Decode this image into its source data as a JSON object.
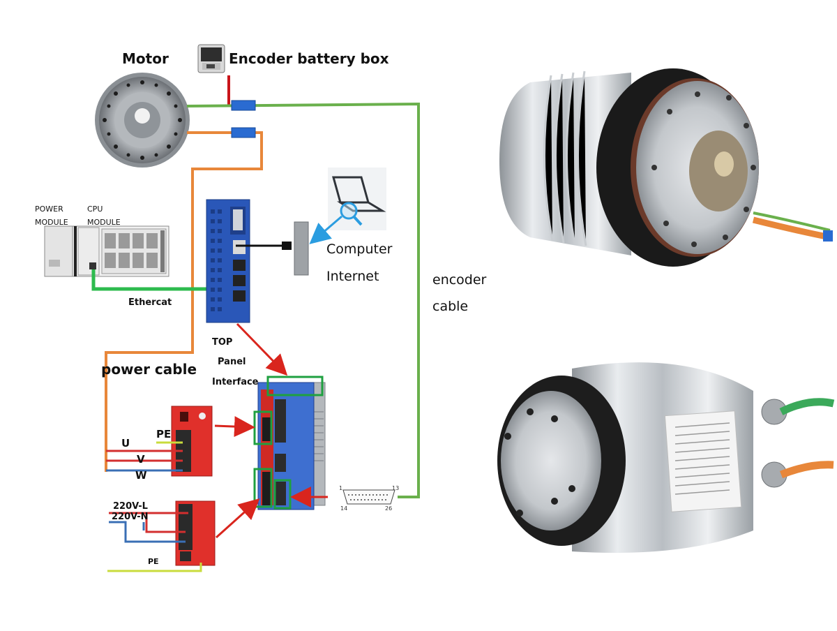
{
  "labels": {
    "motor": "Motor",
    "battery_box": "Encoder battery box",
    "power_module": "POWER\nMODULE",
    "cpu_module": "CPU\nMODULE",
    "ethercat": "Ethercat",
    "computer": "Computer",
    "internet": "Internet",
    "encoder": "encoder",
    "cable": "cable",
    "top": "TOP",
    "panel": "Panel",
    "interface": "Interface",
    "power_cable": "power cable",
    "u": "U",
    "v": "V",
    "w": "W",
    "pe_top": "PE",
    "l": "220V-L",
    "n": "220V-N",
    "pe_bottom": "PE"
  },
  "connector_pins": {
    "p1": "1",
    "p13": "13",
    "p14": "14",
    "p26": "26"
  },
  "colors": {
    "encoder_cable": "#6ab04c",
    "power_cable": "#e8873a",
    "ethercat_cable": "#2dbb4e",
    "arrow": "#d9251d",
    "highlight_box": "#1fa040",
    "u_wire": "#d32f2f",
    "v_wire": "#d32f2f",
    "w_wire": "#3a6fb5",
    "l_wire": "#d32f2f",
    "n_wire": "#3a6fb5",
    "pe_wire": "#c9dc3c",
    "internet_link": "#2b9de0",
    "drive_blue": "#2a57b8",
    "terminal_red": "#e0302b"
  }
}
